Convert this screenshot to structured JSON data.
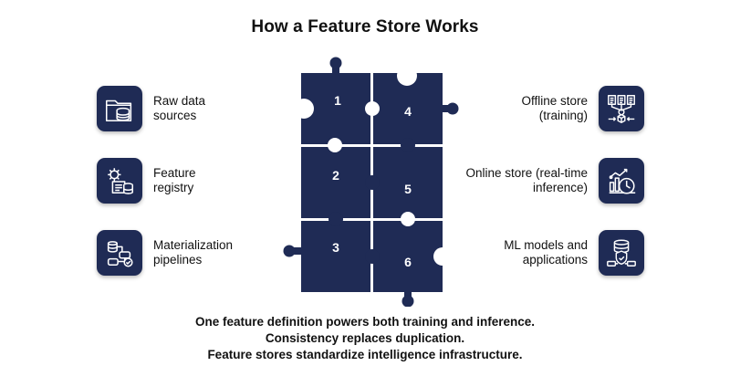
{
  "title": "How a Feature Store Works",
  "colors": {
    "navy": "#1f2b55",
    "text": "#111111",
    "background": "#ffffff"
  },
  "left_items": [
    {
      "label_lines": [
        "Raw data",
        "sources"
      ],
      "icon": "folder-database-icon"
    },
    {
      "label_lines": [
        "Feature",
        "registry"
      ],
      "icon": "gear-document-database-icon"
    },
    {
      "label_lines": [
        "Materialization",
        "pipelines"
      ],
      "icon": "pipeline-workflow-icon"
    }
  ],
  "right_items": [
    {
      "label_lines": [
        "Offline store",
        "(training)"
      ],
      "icon": "documents-gear-box-icon"
    },
    {
      "label_lines": [
        "Online store (real-time",
        "inference)"
      ],
      "icon": "chart-clock-icon"
    },
    {
      "label_lines": [
        "ML models and",
        "applications"
      ],
      "icon": "database-shield-icon"
    }
  ],
  "puzzle": {
    "pieces": [
      "1",
      "2",
      "3",
      "4",
      "5",
      "6"
    ]
  },
  "tagline": [
    "One feature definition powers both training and inference.",
    "Consistency replaces duplication.",
    "Feature stores standardize intelligence infrastructure."
  ]
}
